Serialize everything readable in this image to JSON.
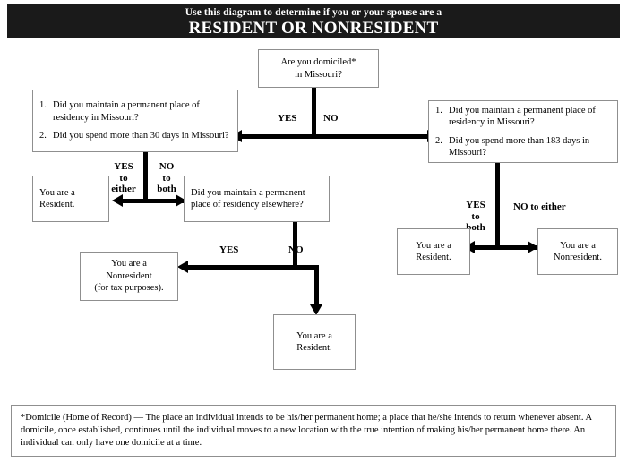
{
  "header": {
    "line1": "Use this diagram to determine if you or your spouse are a",
    "line2": "RESIDENT OR NONRESIDENT",
    "background_color": "#1a1a1a",
    "text_color": "#ffffff"
  },
  "nodes": {
    "domicile_question": {
      "line1": "Are you domiciled*",
      "line2": "in Missouri?"
    },
    "left_questions": {
      "item1_num": "1.",
      "item1_text": "Did you maintain a permanent place of residency in Missouri?",
      "item2_num": "2.",
      "item2_text": "Did you spend more than 30 days in Missouri?"
    },
    "right_questions": {
      "item1_num": "1.",
      "item1_text": "Did you maintain a permanent place of residency in Missouri?",
      "item2_num": "2.",
      "item2_text": "Did you spend more than 183 days in Missouri?"
    },
    "left_resident": {
      "line1": "You are a",
      "line2": "Resident."
    },
    "elsewhere_question": {
      "line1": "Did you maintain a permanent",
      "line2": "place of residency elsewhere?"
    },
    "left_nonresident": {
      "line1": "You are a",
      "line2": "Nonresident",
      "line3": "(for tax purposes)."
    },
    "bottom_resident": {
      "line1": "You are a",
      "line2": "Resident."
    },
    "right_resident": {
      "line1": "You are a",
      "line2": "Resident."
    },
    "right_nonresident": {
      "line1": "You are a",
      "line2": "Nonresident."
    }
  },
  "edge_labels": {
    "top_yes": "YES",
    "top_no": "NO",
    "left_yes_l1": "YES",
    "left_yes_l2": "to",
    "left_yes_l3": "either",
    "left_no_l1": "NO",
    "left_no_l2": "to",
    "left_no_l3": "both",
    "mid_yes": "YES",
    "mid_no": "NO",
    "right_yes_l1": "YES",
    "right_yes_l2": "to",
    "right_yes_l3": "both",
    "right_no": "NO to either"
  },
  "footnote": {
    "text": "*Domicile (Home of Record) — The place an individual intends to be his/her permanent home; a place that he/she intends to return whenever absent.  A domicile, once established, continues until the individual moves to a new location with the true intention of making his/her permanent home there.  An individual can only have one domicile at a time."
  }
}
